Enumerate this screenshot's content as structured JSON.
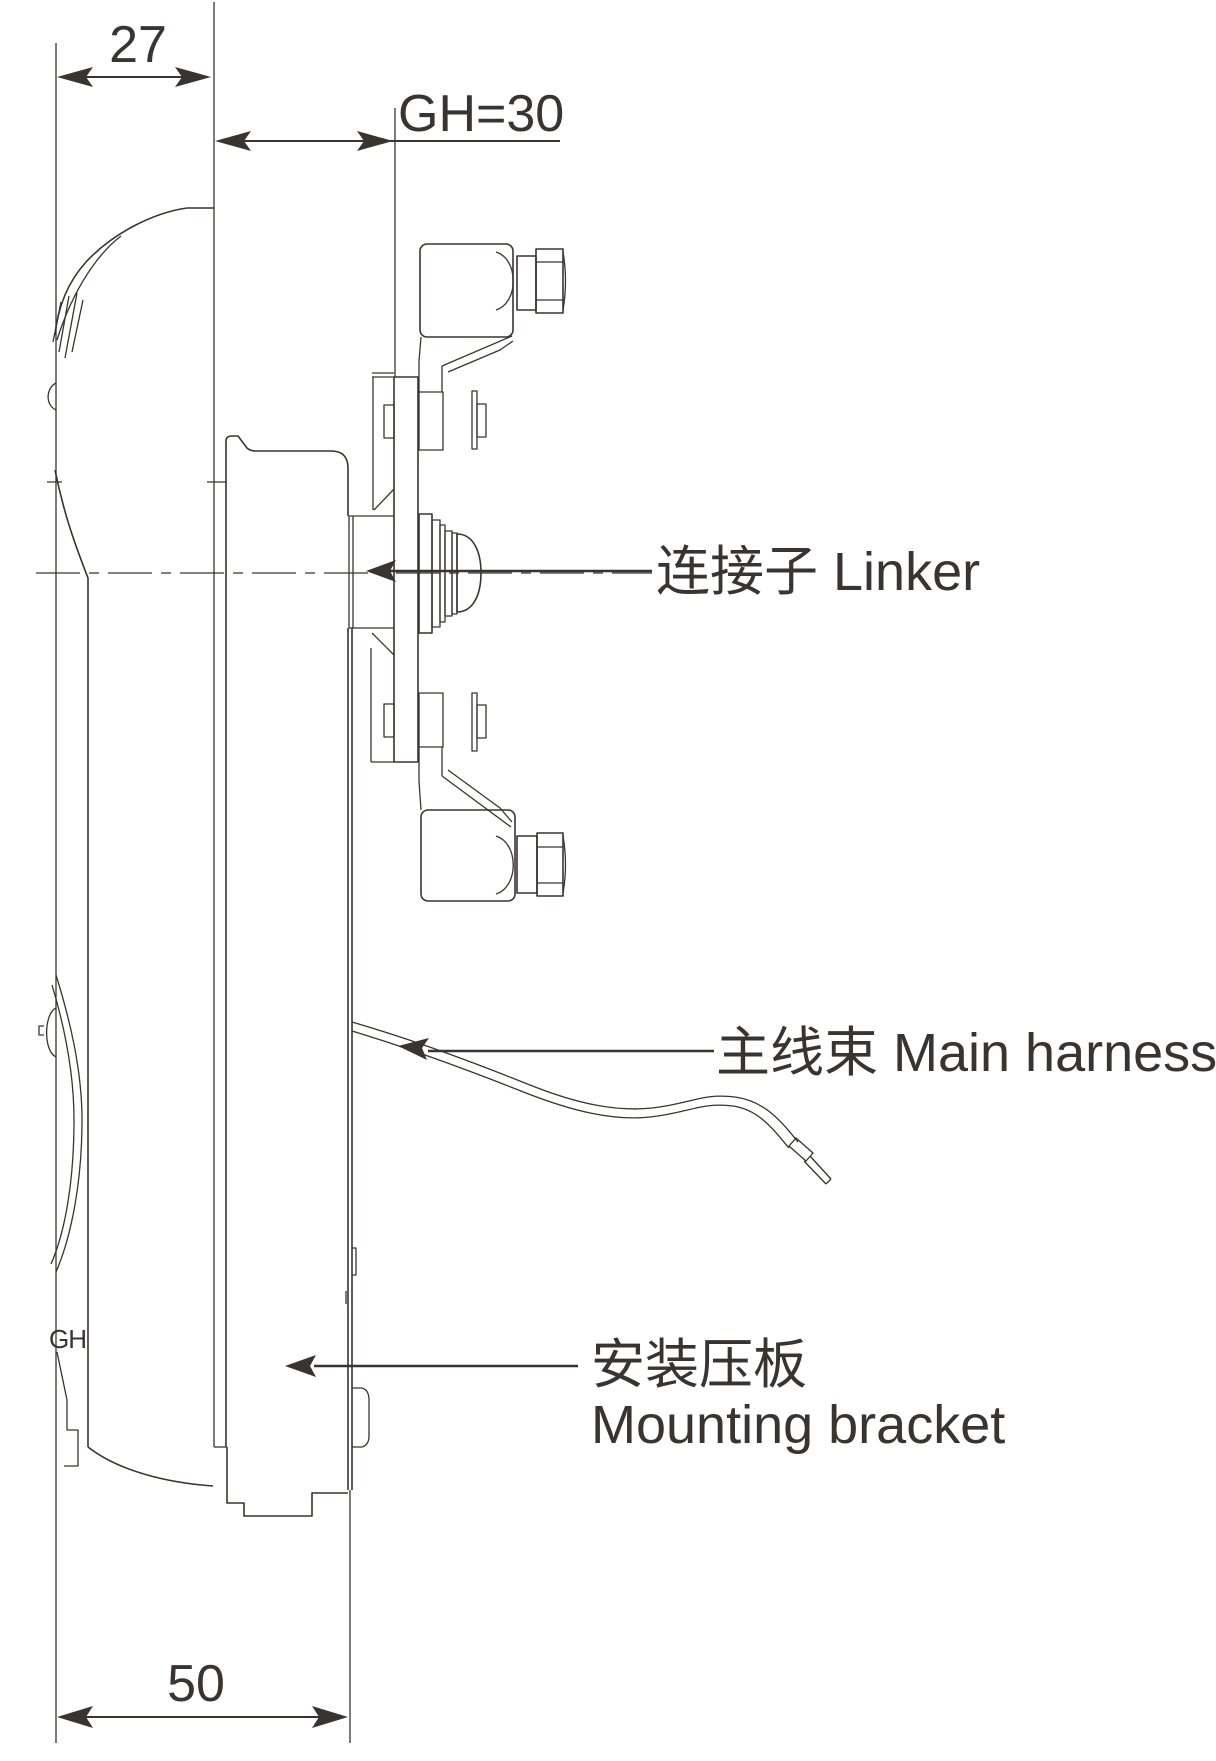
{
  "drawing": {
    "title": "mounting side-view technical drawing",
    "colors": {
      "line": "#3a3430",
      "background": "#ffffff"
    },
    "labels": {
      "dim_top": "27",
      "dim_grip": "GH=30",
      "dim_bottom": "50",
      "linker": "连接子 Linker",
      "main_harness": "主线束 Main harness",
      "bracket_cn": "安装压板",
      "bracket_en": "Mounting bracket",
      "grip_mark": "GH"
    }
  }
}
